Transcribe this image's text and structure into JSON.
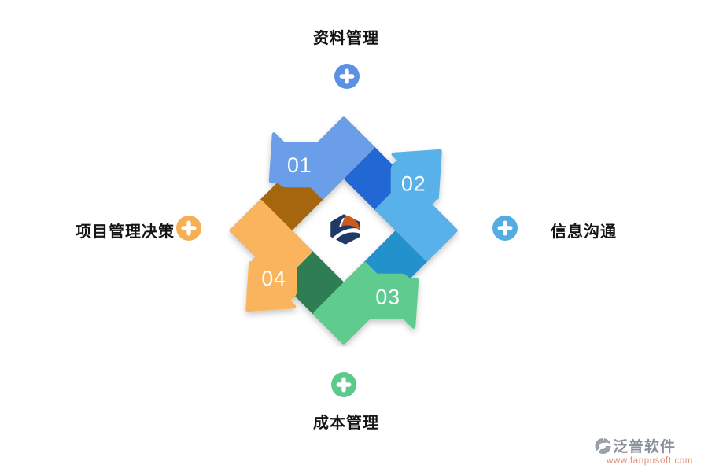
{
  "page": {
    "background": "#ffffff"
  },
  "diagram": {
    "steps": [
      {
        "number": "01",
        "label": "资料管理",
        "position": "top",
        "band_color": "#6B9EE8",
        "fold_color": "#2267D5",
        "plus_color": "#5A91E3"
      },
      {
        "number": "02",
        "label": "信息沟通",
        "position": "right",
        "band_color": "#58B1E8",
        "fold_color": "#2191CC",
        "plus_color": "#54ADE2"
      },
      {
        "number": "03",
        "label": "成本管理",
        "position": "bottom",
        "band_color": "#5FCB8F",
        "fold_color": "#2E7D52",
        "plus_color": "#5CC98D"
      },
      {
        "number": "04",
        "label": "项目管理决策",
        "position": "left",
        "band_color": "#FAB45D",
        "fold_color": "#A5660B",
        "plus_color": "#F6AF52"
      }
    ],
    "center_logo": {
      "name": "fanpu-logo",
      "navy": "#1F3A66",
      "orange": "#CC5A1E",
      "white": "#FFFFFF"
    }
  },
  "watermark": {
    "brand": "泛普软件",
    "url": "www.fanpusoft.com",
    "brand_color": "#8A9099",
    "url_color": "#E08F7A",
    "glyph_color": "#9AA0A8"
  }
}
